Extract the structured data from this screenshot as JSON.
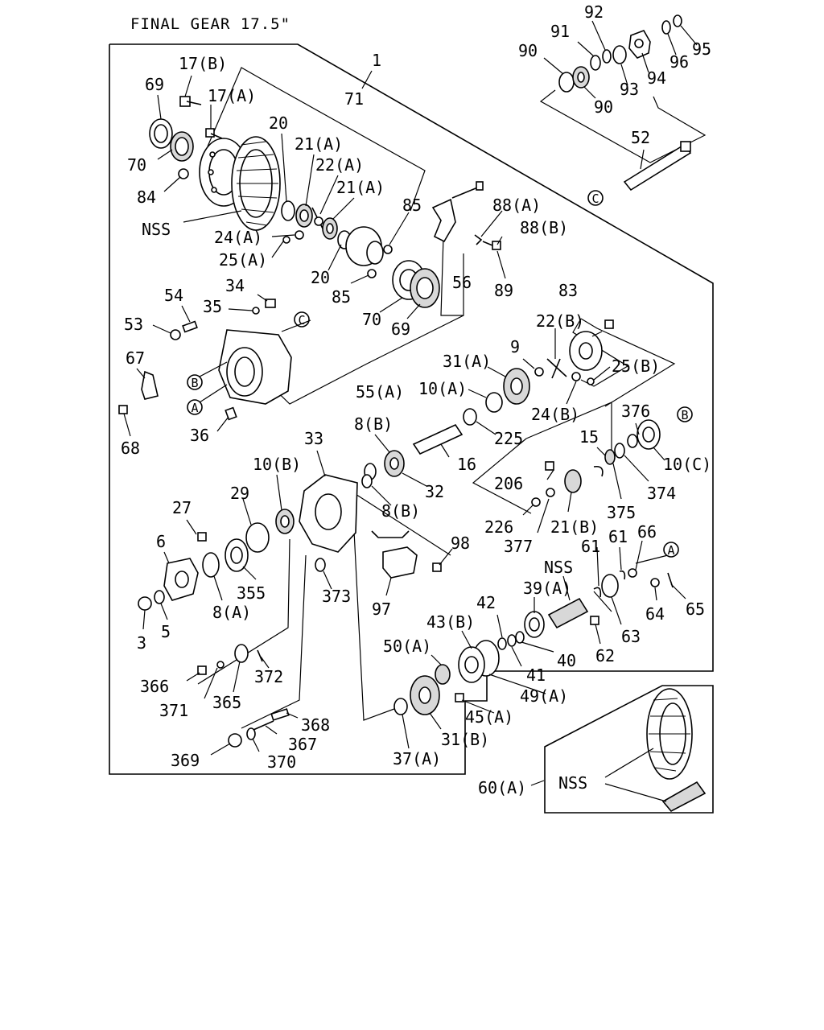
{
  "title": "FINAL GEAR 17.5\"",
  "circle_refs": [
    "A",
    "B",
    "C"
  ],
  "labels": {
    "l1": "1",
    "l17b": "17(B)",
    "l17a": "17(A)",
    "l69a": "69",
    "l70a": "70",
    "l84": "84",
    "lnss1": "NSS",
    "l20a": "20",
    "l21a1": "21(A)",
    "l22a": "22(A)",
    "l21a2": "21(A)",
    "l71": "71",
    "l24a": "24(A)",
    "l25a": "25(A)",
    "l20b": "20",
    "l85a": "85",
    "l85b": "85",
    "l70b": "70",
    "l69b": "69",
    "l56": "56",
    "l88a": "88(A)",
    "l88b": "88(B)",
    "l89": "89",
    "l92": "92",
    "l91": "91",
    "l90a": "90",
    "l90b": "90",
    "l93": "93",
    "l94": "94",
    "l95": "95",
    "l96": "96",
    "l52": "52",
    "l54": "54",
    "l34": "34",
    "l35": "35",
    "l53": "53",
    "l67": "67",
    "l68": "68",
    "l36": "36",
    "l55a": "55(A)",
    "l83": "83",
    "l22b": "22(B)",
    "l9": "9",
    "l31a": "31(A)",
    "l25b": "25(B)",
    "l10a": "10(A)",
    "l24b": "24(B)",
    "l225": "225",
    "l16": "16",
    "l8b1": "8(B)",
    "l32": "32",
    "l8b2": "8(B)",
    "l33": "33",
    "l10b": "10(B)",
    "l376": "376",
    "l15": "15",
    "l10c": "10(C)",
    "l374": "374",
    "l206": "206",
    "l375": "375",
    "l226": "226",
    "l377": "377",
    "l21b": "21(B)",
    "l61a": "61",
    "l61b": "61",
    "l66": "66",
    "l27": "27",
    "l29": "29",
    "l6": "6",
    "l355": "355",
    "l8a": "8(A)",
    "l3": "3",
    "l5": "5",
    "l98": "98",
    "l97": "97",
    "l373": "373",
    "lnss2": "NSS",
    "l39a": "39(A)",
    "l42": "42",
    "l43b": "43(B)",
    "l50a": "50(A)",
    "l40": "40",
    "l41": "41",
    "l62": "62",
    "l63": "63",
    "l64": "64",
    "l65": "65",
    "l49a": "49(A)",
    "l45a": "45(A)",
    "l31b": "31(B)",
    "l37a": "37(A)",
    "l366": "366",
    "l371": "371",
    "l365": "365",
    "l372": "372",
    "l368": "368",
    "l367": "367",
    "l369": "369",
    "l370": "370",
    "l60a": "60(A)",
    "lnss3": "NSS"
  }
}
